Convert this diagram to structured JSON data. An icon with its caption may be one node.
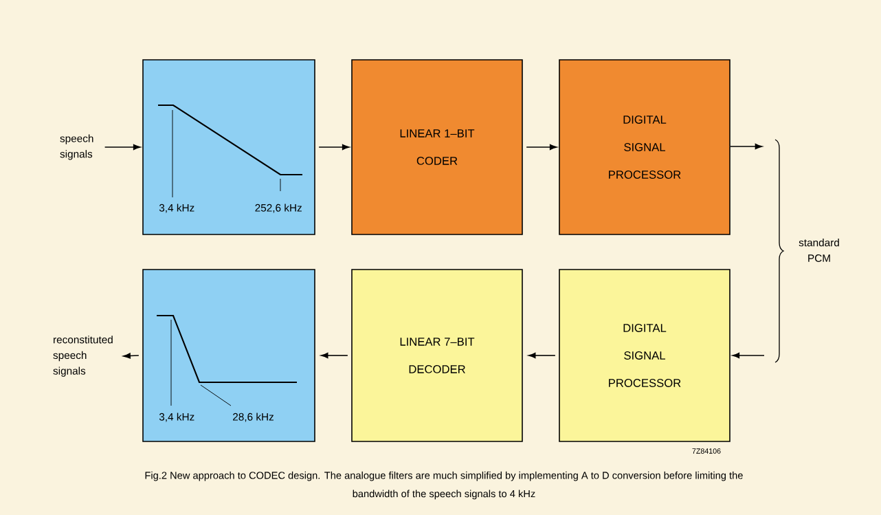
{
  "diagram": {
    "caption": "Fig.2  New approach to CODEC design. The analogue filters are much simplified by implementing A to D conversion before limiting the bandwidth of the speech signals to 4 kHz",
    "nodes": [
      {
        "text": [
          "speech signals"
        ]
      },
      {
        "text": [
          "3,4 kHz",
          "252,6 kHz"
        ]
      },
      {
        "text": [
          "LINEAR 1–BIT CODER"
        ]
      },
      {
        "text": [
          "DIGITAL SIGNAL PROCESSOR"
        ]
      },
      {
        "text": [
          "DIGITAL SIGNAL PROCESSOR"
        ]
      },
      {
        "text": [
          "LINEAR 7–BIT DECODER"
        ]
      },
      {
        "text": [
          "3,4 kHz",
          "28,6 kHz"
        ]
      },
      {
        "text": [
          "reconstituted speech signals"
        ]
      }
    ],
    "edges": [
      {
        "from": 0,
        "to": 1,
        "arrow": "to"
      },
      {
        "from": 1,
        "to": 2,
        "arrow": "to"
      },
      {
        "from": 2,
        "to": 3,
        "arrow": "to"
      },
      {
        "from": 3,
        "to": null,
        "arrow": "to"
      },
      {
        "from": null,
        "to": 4,
        "arrow": "to"
      },
      {
        "from": 4,
        "to": 5,
        "arrow": "to"
      },
      {
        "from": 5,
        "to": 6,
        "arrow": "to"
      },
      {
        "from": 6,
        "to": 7,
        "arrow": "to"
      }
    ],
    "labels": [
      "standard PCM",
      "7Z84106"
    ]
  }
}
